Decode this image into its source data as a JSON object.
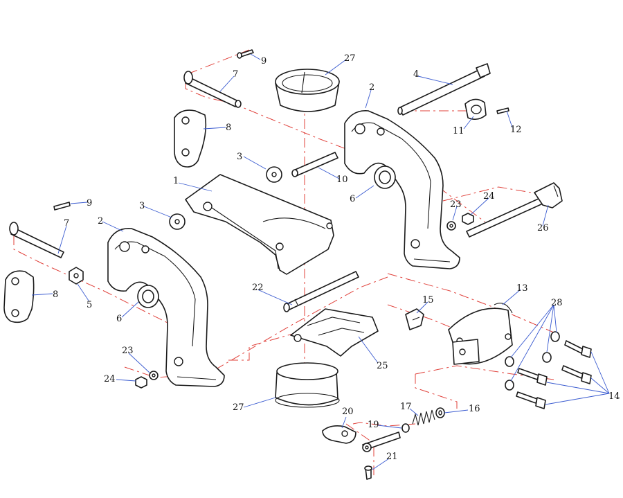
{
  "diagram": {
    "colors": {
      "line": "#1a1a1a",
      "axis": "#e0403a",
      "leader": "#3a5bd0"
    },
    "callouts": [
      {
        "id": "c27a",
        "text": "27"
      },
      {
        "id": "c9a",
        "text": "9"
      },
      {
        "id": "c7a",
        "text": "7"
      },
      {
        "id": "c8a",
        "text": "8"
      },
      {
        "id": "c4",
        "text": "4"
      },
      {
        "id": "c2a",
        "text": "2"
      },
      {
        "id": "c11",
        "text": "11"
      },
      {
        "id": "c12",
        "text": "12"
      },
      {
        "id": "c3a",
        "text": "3"
      },
      {
        "id": "c10",
        "text": "10"
      },
      {
        "id": "c1",
        "text": "1"
      },
      {
        "id": "c6a",
        "text": "6"
      },
      {
        "id": "c24a",
        "text": "24"
      },
      {
        "id": "c23a",
        "text": "23"
      },
      {
        "id": "c26",
        "text": "26"
      },
      {
        "id": "c9b",
        "text": "9"
      },
      {
        "id": "c3b",
        "text": "3"
      },
      {
        "id": "c7b",
        "text": "7"
      },
      {
        "id": "c2b",
        "text": "2"
      },
      {
        "id": "c8b",
        "text": "8"
      },
      {
        "id": "c5",
        "text": "5"
      },
      {
        "id": "c6b",
        "text": "6"
      },
      {
        "id": "c22",
        "text": "22"
      },
      {
        "id": "c13",
        "text": "13"
      },
      {
        "id": "c15",
        "text": "15"
      },
      {
        "id": "c28",
        "text": "28"
      },
      {
        "id": "c23b",
        "text": "23"
      },
      {
        "id": "c24b",
        "text": "24"
      },
      {
        "id": "c25",
        "text": "25"
      },
      {
        "id": "c14",
        "text": "14"
      },
      {
        "id": "c27b",
        "text": "27"
      },
      {
        "id": "c17",
        "text": "17"
      },
      {
        "id": "c16",
        "text": "16"
      },
      {
        "id": "c20",
        "text": "20"
      },
      {
        "id": "c19",
        "text": "19"
      },
      {
        "id": "c21",
        "text": "21"
      }
    ]
  }
}
